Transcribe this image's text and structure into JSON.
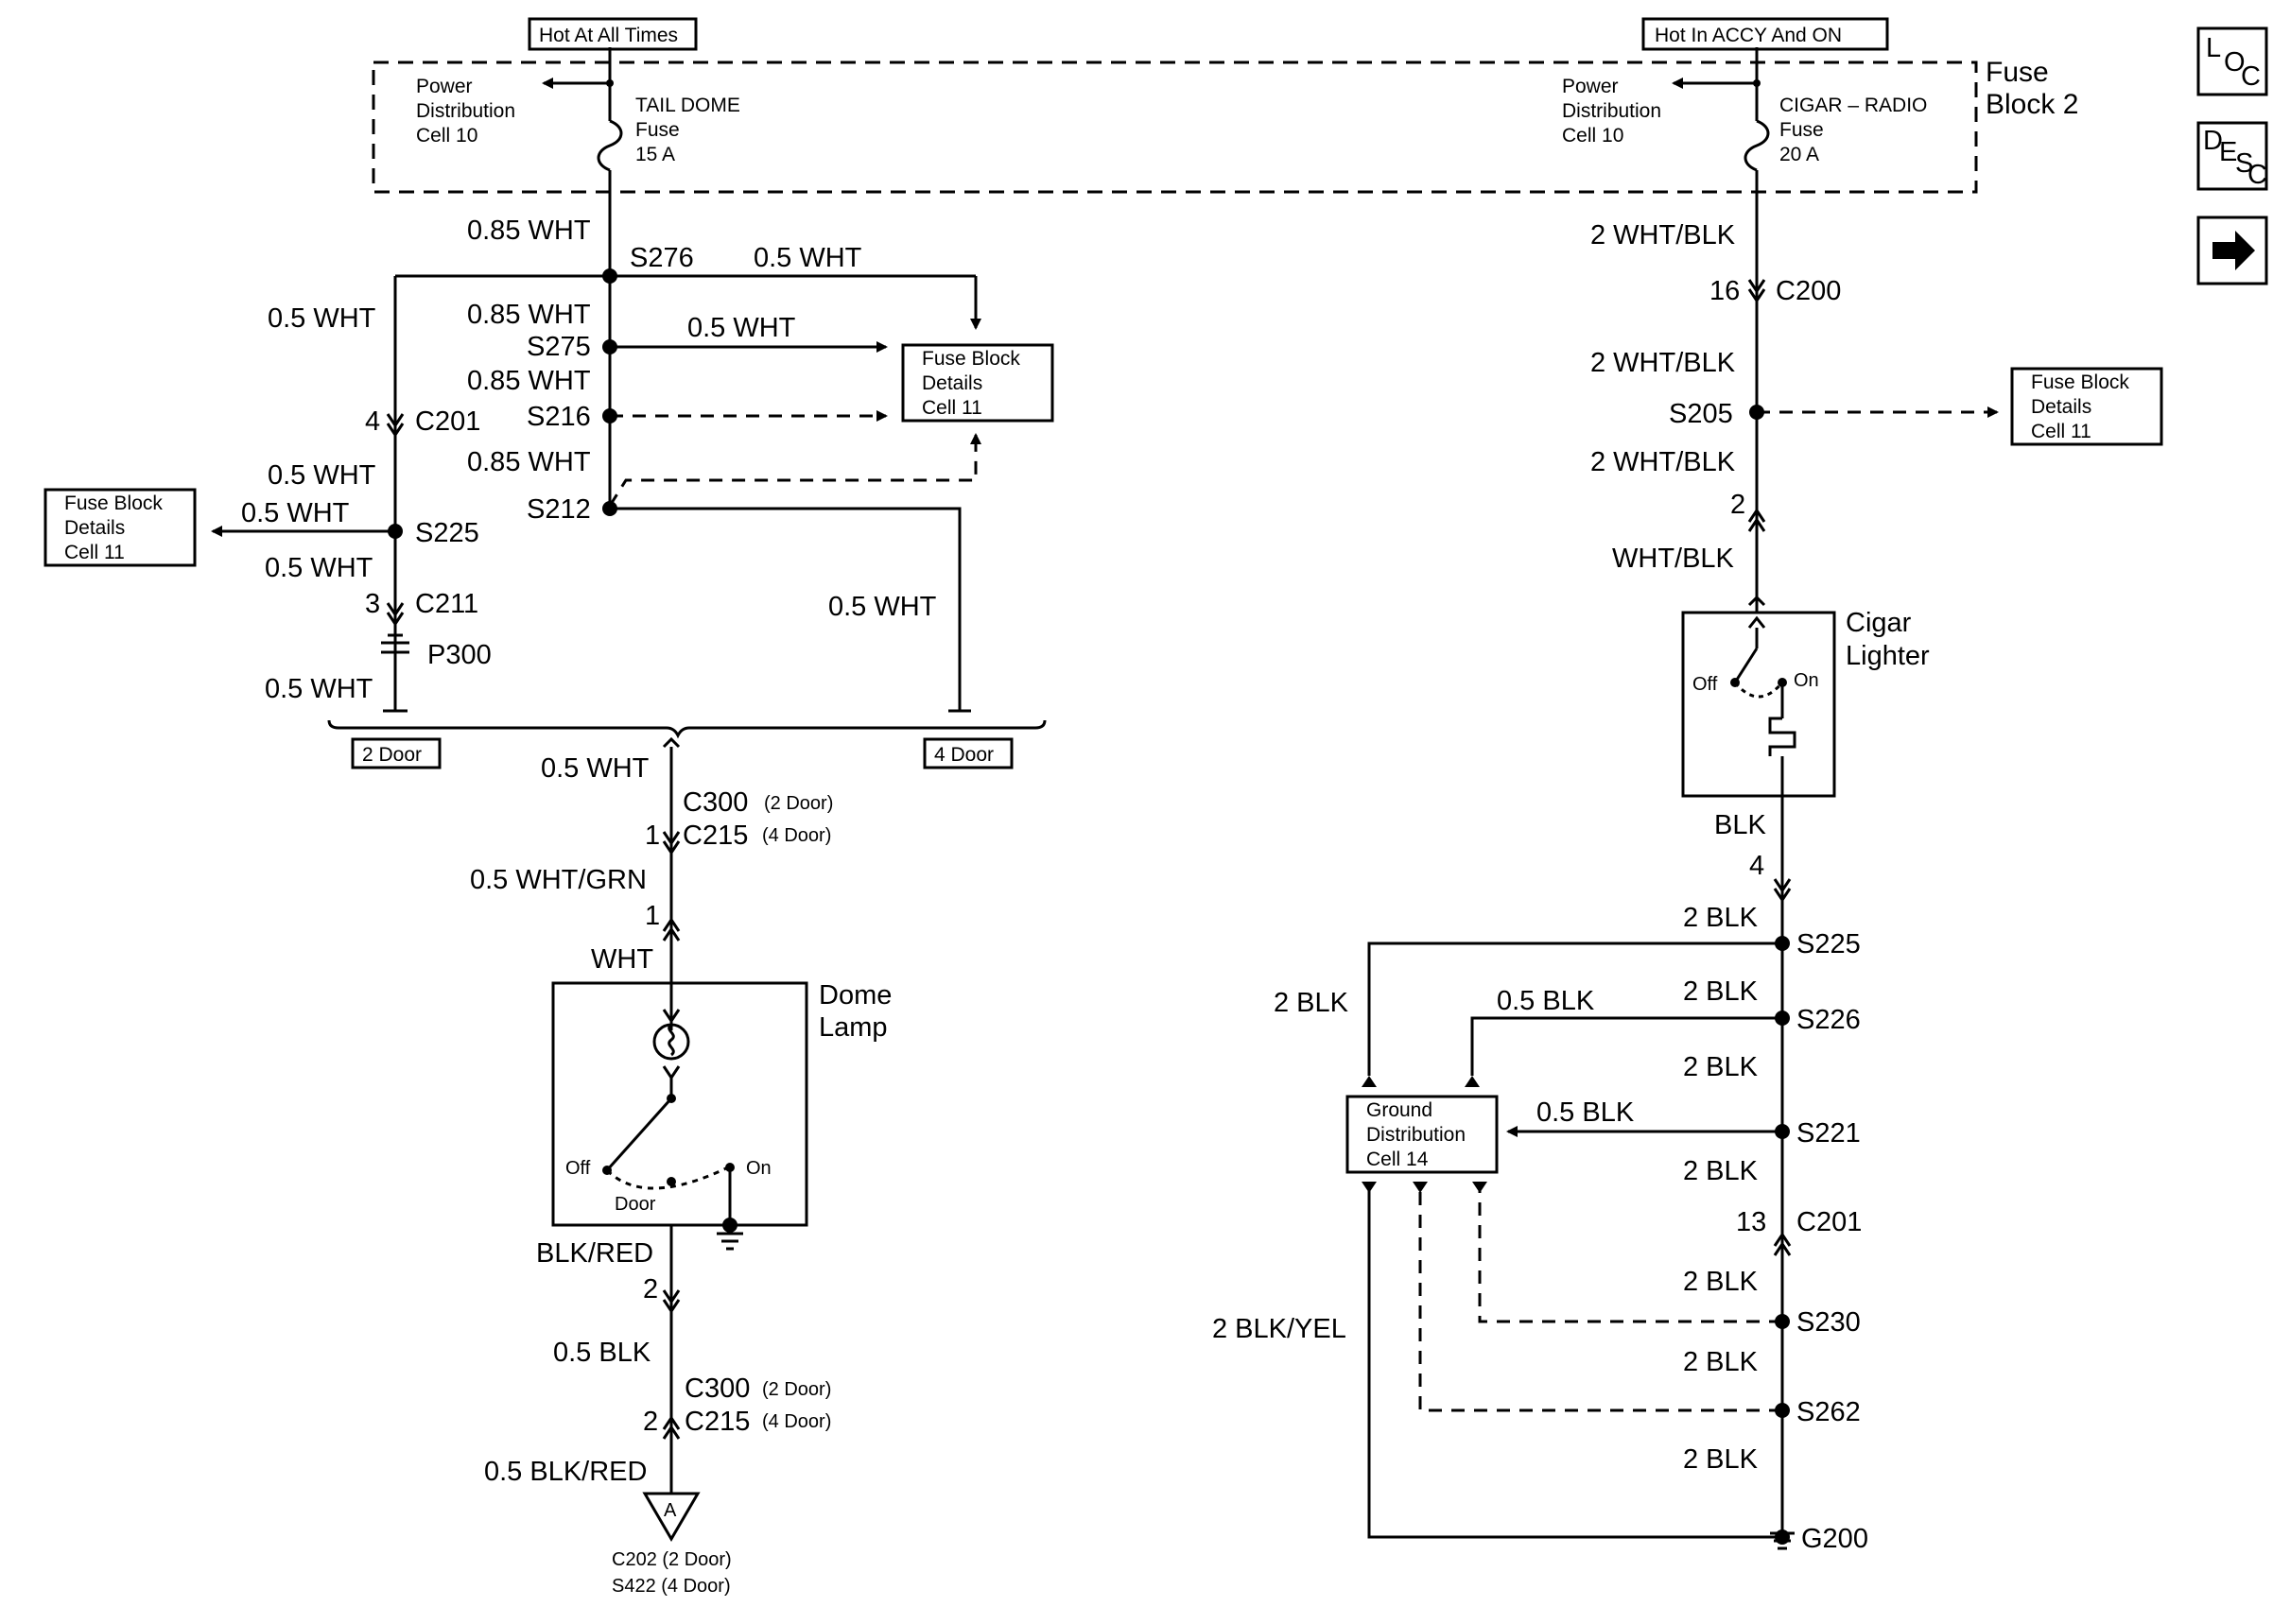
{
  "supplies": {
    "left_hot_label": "Hot At All Times",
    "right_hot_label": "Hot In ACCY And ON",
    "fuse_block_title": [
      "Fuse",
      "Block 2"
    ],
    "left_pd": [
      "Power",
      "Distribution",
      "Cell 10"
    ],
    "right_pd": [
      "Power",
      "Distribution",
      "Cell 10"
    ],
    "left_fuse": [
      "TAIL DOME",
      "Fuse",
      "15 A"
    ],
    "right_fuse": [
      "CIGAR – RADIO",
      "Fuse",
      "20 A"
    ]
  },
  "left_circuit": {
    "wire_085_a": "0.85 WHT",
    "s276": "S276",
    "wire_05_top": "0.5 WHT",
    "wire_05_left": "0.5 WHT",
    "wire_085_b": "0.85 WHT",
    "s275": "S275",
    "wire_05_s275": "0.5 WHT",
    "wire_085_c": "0.85 WHT",
    "s216": "S216",
    "wire_085_d": "0.85 WHT",
    "s212": "S212",
    "c201_pin": "4",
    "c201": "C201",
    "wire_05_c201": "0.5 WHT",
    "wire_05_s225_left": "0.5 WHT",
    "s225": "S225",
    "wire_05_s225_below": "0.5 WHT",
    "c211_pin": "3",
    "c211": "C211",
    "p300": "P300",
    "wire_05_p300": "0.5 WHT",
    "wire_05_s212": "0.5 WHT",
    "fuse_block_details_mid": [
      "Fuse Block",
      "Details",
      "Cell 11"
    ],
    "fuse_block_details_left": [
      "Fuse Block",
      "Details",
      "Cell 11"
    ],
    "two_door": "2 Door",
    "four_door": "4 Door"
  },
  "dome_lamp": {
    "wire_top": "0.5 WHT",
    "c300_top": "C300",
    "c300_top_note": "(2 Door)",
    "c215_top_pin": "1",
    "c215_top": "C215",
    "c215_top_note": "(4 Door)",
    "wire_grn": "0.5 WHT/GRN",
    "pin_1": "1",
    "wht": "WHT",
    "title": [
      "Dome",
      "Lamp"
    ],
    "off": "Off",
    "on": "On",
    "door": "Door",
    "blk_red": "BLK/RED",
    "pin_2": "2",
    "wire_blk": "0.5 BLK",
    "c300_bot": "C300",
    "c300_bot_note": "(2 Door)",
    "c215_bot_pin": "2",
    "c215_bot": "C215",
    "c215_bot_note": "(4 Door)",
    "wire_blk_red": "0.5 BLK/RED",
    "connector_a": "A",
    "bottom_note": [
      "C202 (2 Door)",
      "S422 (4 Door)"
    ]
  },
  "right_circuit": {
    "wire_top": "2 WHT/BLK",
    "c200_pin": "16",
    "c200": "C200",
    "wire_b": "2 WHT/BLK",
    "s205": "S205",
    "wire_c": "2 WHT/BLK",
    "pin_2": "2",
    "wht_blk": "WHT/BLK",
    "fuse_block_details_right": [
      "Fuse Block",
      "Details",
      "Cell 11"
    ],
    "cigar_title": [
      "Cigar",
      "Lighter"
    ],
    "cigar_off": "Off",
    "cigar_on": "On",
    "blk": "BLK",
    "pin_4": "4",
    "s225_wire": "2 BLK",
    "s225": "S225",
    "left_2blk": "2 BLK",
    "s226_wire_left": "0.5 BLK",
    "s226_wire": "2 BLK",
    "s226": "S226",
    "s221_wire_above": "2 BLK",
    "s221_wire_left": "0.5 BLK",
    "s221": "S221",
    "ground_dist": [
      "Ground",
      "Distribution",
      "Cell 14"
    ],
    "c201_wire": "2 BLK",
    "c201_pin": "13",
    "c201": "C201",
    "s230_wire": "2 BLK",
    "s230": "S230",
    "blk_yel": "2 BLK/YEL",
    "s262_wire": "2 BLK",
    "s262": "S262",
    "g200_wire": "2 BLK",
    "g200": "G200"
  },
  "nav": {
    "loc": [
      "L",
      "O",
      "C"
    ],
    "desc": [
      "D",
      "E",
      "S",
      "C"
    ],
    "next_icon": "right-arrow-icon"
  }
}
